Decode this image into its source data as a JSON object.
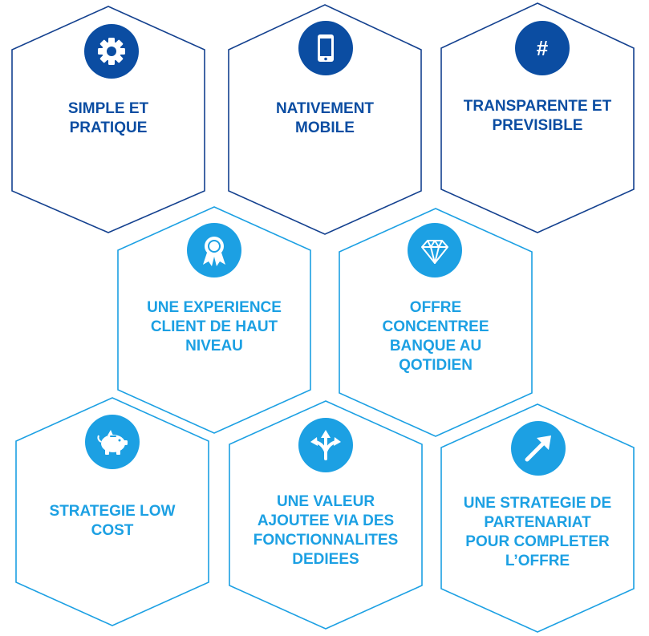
{
  "colors": {
    "navy": "#0B4DA2",
    "light_blue": "#1CA0E3",
    "outline": "#14418F"
  },
  "tiles": [
    {
      "icon": "gear-icon",
      "label": "SIMPLE ET\nPRATIQUE"
    },
    {
      "icon": "smartphone-icon",
      "label": "NATIVEMENT\nMOBILE"
    },
    {
      "icon": "hashtag-icon",
      "label": "TRANSPARENTE ET\nPREVISIBLE"
    },
    {
      "icon": "award-ribbon-icon",
      "label": "UNE EXPERIENCE\nCLIENT DE HAUT\nNIVEAU"
    },
    {
      "icon": "diamond-icon",
      "label": "OFFRE\nCONCENTREE\nBANQUE AU\nQOTIDIEN"
    },
    {
      "icon": "piggy-bank-icon",
      "label": "STRATEGIE LOW\nCOST"
    },
    {
      "icon": "three-arrows-icon",
      "label": "UNE VALEUR\nAJOUTEE VIA DES\nFONCTIONNALITES\nDEDIEES"
    },
    {
      "icon": "growth-arrow-icon",
      "label": "UNE STRATEGIE DE\nPARTENARIAT\nPOUR COMPLETER\nL’OFFRE"
    }
  ]
}
